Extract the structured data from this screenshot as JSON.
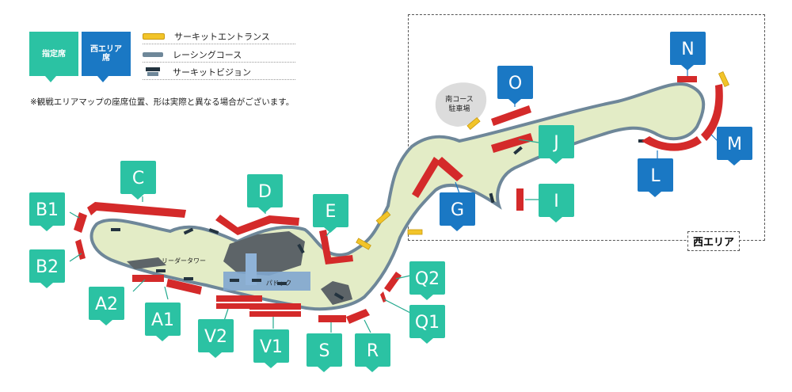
{
  "legend": {
    "reserved_label": "指定席",
    "west_area_label": "西エリア\n席",
    "items": [
      {
        "label": "サーキットエントランス",
        "icon": "entrance-icon",
        "color": "#f2c429"
      },
      {
        "label": "レーシングコース",
        "icon": "course-icon",
        "color": "#6e8799"
      },
      {
        "label": "サーキットビジョン",
        "icon": "vision-icon",
        "color": "#23333f"
      }
    ]
  },
  "note": "※観戦エリアマップの座席位置、形は実際と異なる場合がございます。",
  "west_area": {
    "label": "西エリア"
  },
  "map_labels": {
    "parking_south": "南コース\n駐車場",
    "leader_tower": "リーダータワー",
    "paddock": "パドック"
  },
  "colors": {
    "reserved": "#2bc2a3",
    "west": "#1a78c4",
    "stand": "#d42a2a",
    "infield": "#e3ecc6",
    "track": "#6e8799",
    "entrance": "#f2c429"
  },
  "seats": {
    "C": {
      "label": "C",
      "area": "reserved"
    },
    "B1": {
      "label": "B1",
      "area": "reserved"
    },
    "B2": {
      "label": "B2",
      "area": "reserved"
    },
    "A2": {
      "label": "A2",
      "area": "reserved"
    },
    "A1": {
      "label": "A1",
      "area": "reserved"
    },
    "V2": {
      "label": "V2",
      "area": "reserved"
    },
    "V1": {
      "label": "V1",
      "area": "reserved"
    },
    "D": {
      "label": "D",
      "area": "reserved"
    },
    "E": {
      "label": "E",
      "area": "reserved"
    },
    "S": {
      "label": "S",
      "area": "reserved"
    },
    "R": {
      "label": "R",
      "area": "reserved"
    },
    "Q1": {
      "label": "Q1",
      "area": "reserved"
    },
    "Q2": {
      "label": "Q2",
      "area": "reserved"
    },
    "G": {
      "label": "G",
      "area": "west"
    },
    "I": {
      "label": "I",
      "area": "reserved"
    },
    "J": {
      "label": "J",
      "area": "reserved"
    },
    "O": {
      "label": "O",
      "area": "west"
    },
    "L": {
      "label": "L",
      "area": "west"
    },
    "M": {
      "label": "M",
      "area": "west"
    },
    "N": {
      "label": "N",
      "area": "west"
    }
  }
}
